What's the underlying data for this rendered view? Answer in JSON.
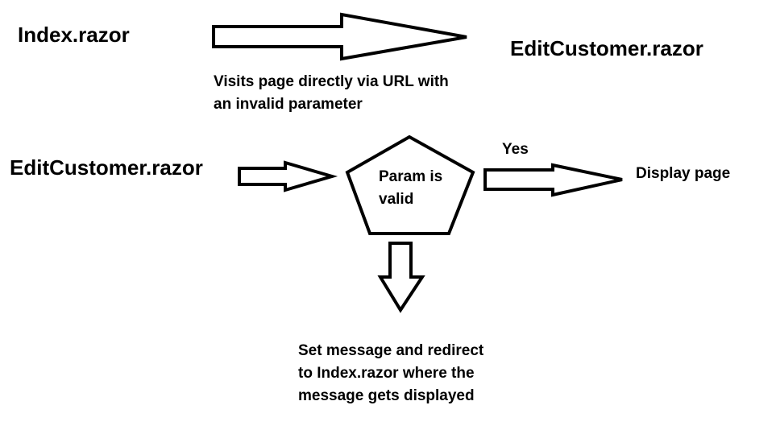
{
  "labels": {
    "source_page": "Index.razor",
    "target_page": "EditCustomer.razor",
    "visit_note_line1": "Visits page directly via URL with",
    "visit_note_line2": "an invalid parameter",
    "flow_start": "EditCustomer.razor",
    "decision_line1": "Param is",
    "decision_line2": "valid",
    "yes_label": "Yes",
    "yes_result": "Display page",
    "no_result_line1": "Set message and redirect",
    "no_result_line2": "to Index.razor where the",
    "no_result_line3": "message gets displayed"
  },
  "colors": {
    "stroke": "#000000",
    "background": "#ffffff"
  }
}
